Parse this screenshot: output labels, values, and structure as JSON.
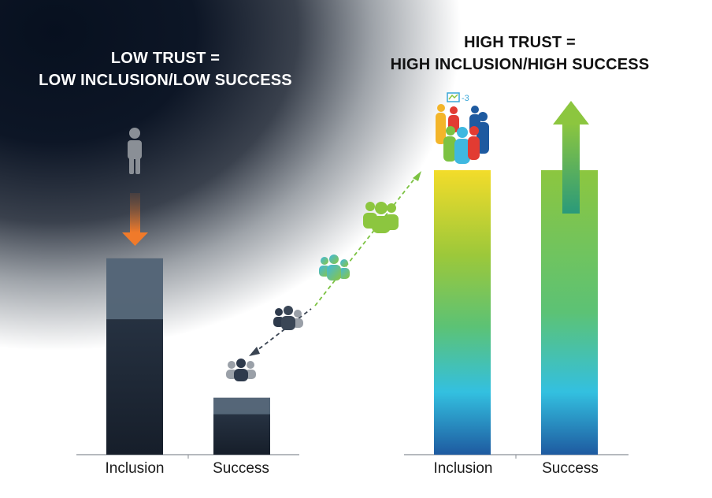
{
  "chart_data": [
    {
      "type": "bar",
      "title": "LOW TRUST =\nLOW INCLUSION/LOW SUCCESS",
      "categories": [
        "Inclusion",
        "Success"
      ],
      "values": [
        69,
        20
      ],
      "ylim": [
        0,
        100
      ],
      "colors": {
        "top": "#5a6b7d",
        "bottom": "#1e2837"
      }
    },
    {
      "type": "bar",
      "title": "HIGH TRUST =\nHIGH INCLUSION/HIGH SUCCESS",
      "categories": [
        "Inclusion",
        "Success"
      ],
      "values": [
        100,
        100
      ],
      "ylim": [
        0,
        100
      ],
      "colors": {
        "top": "#f3dc2a",
        "middle": "#5cc275",
        "cyan": "#33c0e0",
        "bottom": "#1e5aa0"
      }
    }
  ],
  "colors": {
    "down_arrow": "#f07a2a",
    "up_arrow": "#7cc242",
    "person": "#8a8f96"
  }
}
